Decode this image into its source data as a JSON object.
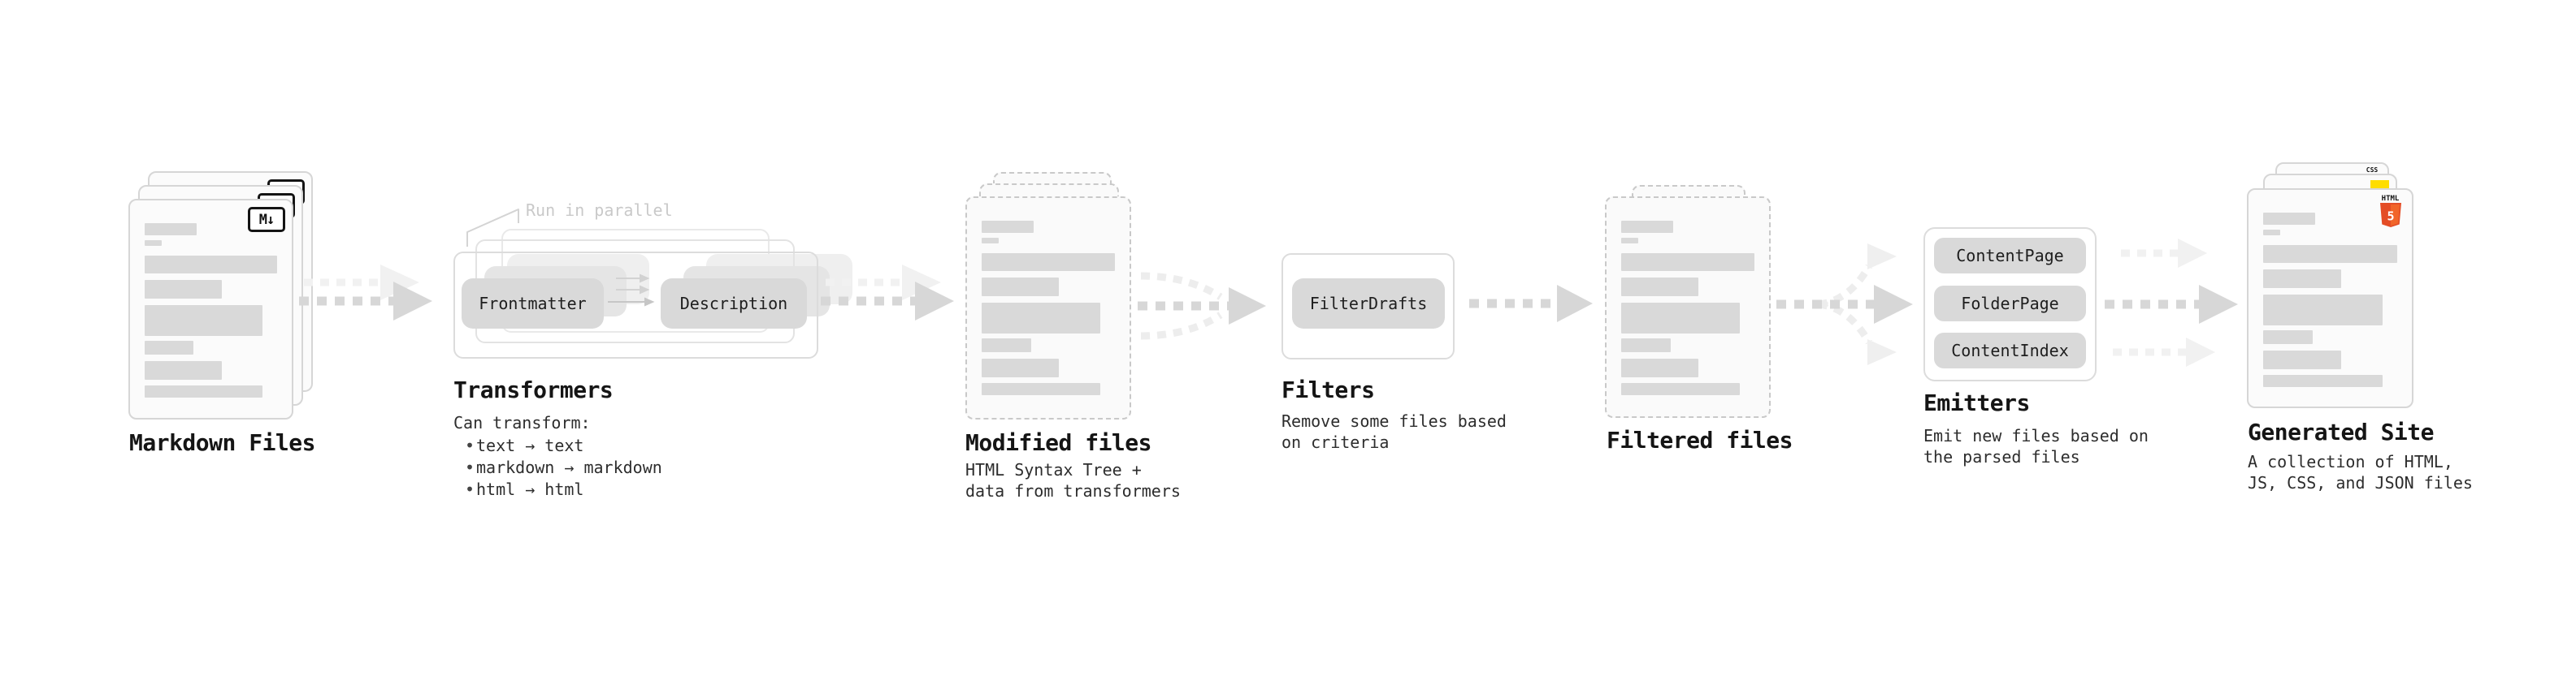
{
  "glyphs": {
    "bullet": "•",
    "markdown_badge": "M↓"
  },
  "colors": {
    "css_badge_blue": "#2965f1",
    "js_badge_yellow": "#ffdd00",
    "html5_orange": "#e44d26",
    "html5_orange_light": "#f16529",
    "chip_gray": "#d9d9d9",
    "arrow_gray": "#d7d7d7"
  },
  "sections": {
    "markdown_files": {
      "title": "Markdown Files"
    },
    "transformers": {
      "annotation": "Run in parallel",
      "frontmatter_button": "Frontmatter",
      "description_button": "Description",
      "title": "Transformers",
      "description_heading": "Can transform:",
      "bullets": [
        "text → text",
        "markdown → markdown",
        "html → html"
      ]
    },
    "modified_files": {
      "title": "Modified files",
      "subtitle_lines": [
        "HTML Syntax Tree +",
        "data from transformers"
      ]
    },
    "filters": {
      "title": "Filters",
      "filter_button": "FilterDrafts",
      "subtitle_lines": [
        "Remove some files based",
        "on criteria"
      ]
    },
    "filtered_files": {
      "title": "Filtered files"
    },
    "emitters": {
      "title": "Emitters",
      "emitter_buttons": [
        "ContentPage",
        "FolderPage",
        "ContentIndex"
      ],
      "subtitle_lines": [
        "Emit new files based on",
        "the parsed files"
      ]
    },
    "generated_site": {
      "title": "Generated Site",
      "subtitle_lines": [
        "A collection of HTML,",
        "JS, CSS, and JSON files"
      ],
      "css_badge": "CSS",
      "html5_label": "HTML",
      "html5_number": "5"
    }
  }
}
